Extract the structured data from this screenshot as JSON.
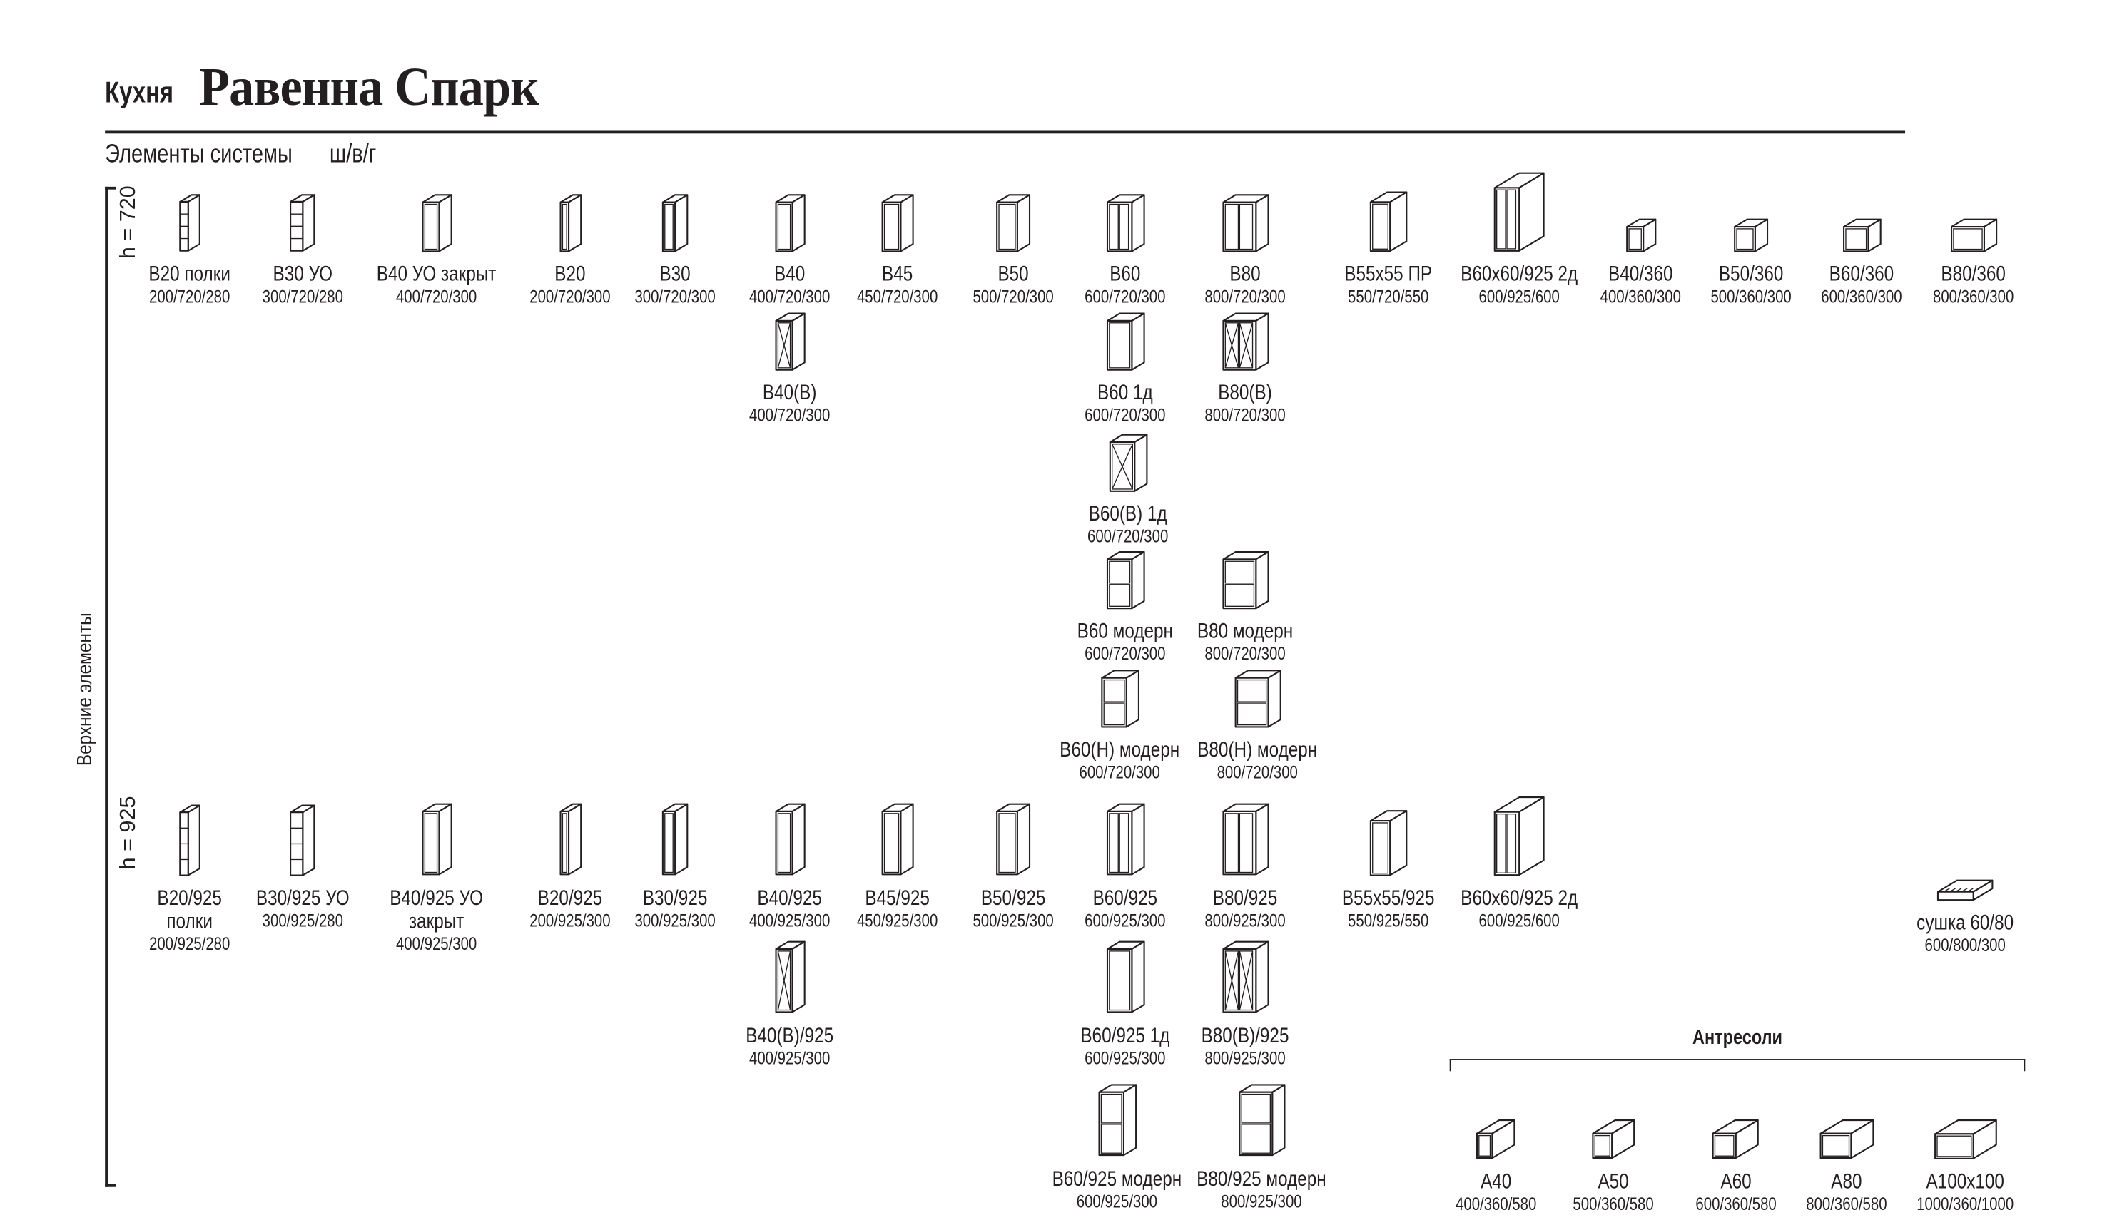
{
  "header": {
    "prefix": "Кухня",
    "title": "Равенна Спарк"
  },
  "subtitle": {
    "label": "Элементы системы",
    "dims_legend": "ш/в/г"
  },
  "side_label": "Верхние элементы",
  "row_labels": {
    "h720": "h = 720",
    "h925": "h = 925"
  },
  "antresoli_title": "Антресоли",
  "items": [
    {
      "name": "В20 полки",
      "dims": "200/720/280",
      "icon": "shelf-icon"
    },
    {
      "name": "В30 УО",
      "dims": "300/720/280",
      "icon": "corner-shelf-icon"
    },
    {
      "name": "В40 УО закрыт",
      "dims": "400/720/300",
      "icon": "door-cabinet-icon"
    },
    {
      "name": "В20",
      "dims": "200/720/300",
      "icon": "door-cabinet-icon"
    },
    {
      "name": "В30",
      "dims": "300/720/300",
      "icon": "door-cabinet-icon"
    },
    {
      "name": "В40",
      "dims": "400/720/300",
      "icon": "door-cabinet-icon"
    },
    {
      "name": "В45",
      "dims": "450/720/300",
      "icon": "door-cabinet-icon"
    },
    {
      "name": "В50",
      "dims": "500/720/300",
      "icon": "door-cabinet-icon"
    },
    {
      "name": "В60",
      "dims": "600/720/300",
      "icon": "double-door-cabinet-icon"
    },
    {
      "name": "В80",
      "dims": "800/720/300",
      "icon": "double-door-cabinet-icon"
    },
    {
      "name": "В55х55 ПР",
      "dims": "550/720/550",
      "icon": "corner-cabinet-icon"
    },
    {
      "name": "В60х60/925 2д",
      "dims": "600/925/600",
      "icon": "corner-double-cabinet-icon"
    },
    {
      "name": "В40/360",
      "dims": "400/360/300",
      "icon": "door-cabinet-icon"
    },
    {
      "name": "В50/360",
      "dims": "500/360/300",
      "icon": "door-cabinet-icon"
    },
    {
      "name": "В60/360",
      "dims": "600/360/300",
      "icon": "door-cabinet-icon"
    },
    {
      "name": "В80/360",
      "dims": "800/360/300",
      "icon": "door-cabinet-icon"
    },
    {
      "name": "В40(В)",
      "dims": "400/720/300",
      "icon": "glass-cabinet-icon"
    },
    {
      "name": "В60 1д",
      "dims": "600/720/300",
      "icon": "door-cabinet-icon"
    },
    {
      "name": "В80(В)",
      "dims": "800/720/300",
      "icon": "glass-double-cabinet-icon"
    },
    {
      "name": "В60(В) 1д",
      "dims": "600/720/300",
      "icon": "glass-cabinet-icon"
    },
    {
      "name": "В60 модерн",
      "dims": "600/720/300",
      "icon": "lift-door-cabinet-icon"
    },
    {
      "name": "В80 модерн",
      "dims": "800/720/300",
      "icon": "lift-door-cabinet-icon"
    },
    {
      "name": "В60(Н) модерн",
      "dims": "600/720/300",
      "icon": "lift-door-cabinet-icon"
    },
    {
      "name": "В80(Н) модерн",
      "dims": "800/720/300",
      "icon": "lift-door-cabinet-icon"
    },
    {
      "name": "В20/925",
      "name2": "полки",
      "dims": "200/925/280",
      "icon": "shelf-icon"
    },
    {
      "name": "В30/925 УО",
      "dims": "300/925/280",
      "icon": "corner-shelf-icon"
    },
    {
      "name": "В40/925 УО",
      "name2": "закрыт",
      "dims": "400/925/300",
      "icon": "door-cabinet-icon"
    },
    {
      "name": "В20/925",
      "dims": "200/925/300",
      "icon": "door-cabinet-icon"
    },
    {
      "name": "В30/925",
      "dims": "300/925/300",
      "icon": "door-cabinet-icon"
    },
    {
      "name": "В40/925",
      "dims": "400/925/300",
      "icon": "door-cabinet-icon"
    },
    {
      "name": "В45/925",
      "dims": "450/925/300",
      "icon": "door-cabinet-icon"
    },
    {
      "name": "В50/925",
      "dims": "500/925/300",
      "icon": "door-cabinet-icon"
    },
    {
      "name": "В60/925",
      "dims": "600/925/300",
      "icon": "double-door-cabinet-icon"
    },
    {
      "name": "В80/925",
      "dims": "800/925/300",
      "icon": "double-door-cabinet-icon"
    },
    {
      "name": "В55х55/925",
      "dims": "550/925/550",
      "icon": "corner-cabinet-icon"
    },
    {
      "name": "В60х60/925 2д",
      "dims": "600/925/600",
      "icon": "corner-double-cabinet-icon"
    },
    {
      "name": "сушка 60/80",
      "dims": "600/800/300",
      "icon": "dish-dryer-icon"
    },
    {
      "name": "В40(В)/925",
      "dims": "400/925/300",
      "icon": "glass-cabinet-icon"
    },
    {
      "name": "В60/925 1д",
      "dims": "600/925/300",
      "icon": "door-cabinet-icon"
    },
    {
      "name": "В80(В)/925",
      "dims": "800/925/300",
      "icon": "glass-double-cabinet-icon"
    },
    {
      "name": "В60/925 модерн",
      "dims": "600/925/300",
      "icon": "modern-cabinet-icon"
    },
    {
      "name": "В80/925 модерн",
      "dims": "800/925/300",
      "icon": "modern-cabinet-icon"
    },
    {
      "name": "А40",
      "dims": "400/360/580",
      "icon": "mezzanine-icon"
    },
    {
      "name": "А50",
      "dims": "500/360/580",
      "icon": "mezzanine-icon"
    },
    {
      "name": "А60",
      "dims": "600/360/580",
      "icon": "mezzanine-icon"
    },
    {
      "name": "А80",
      "dims": "800/360/580",
      "icon": "mezzanine-icon"
    },
    {
      "name": "А100х100",
      "dims": "1000/360/1000",
      "icon": "corner-mezzanine-icon"
    }
  ]
}
